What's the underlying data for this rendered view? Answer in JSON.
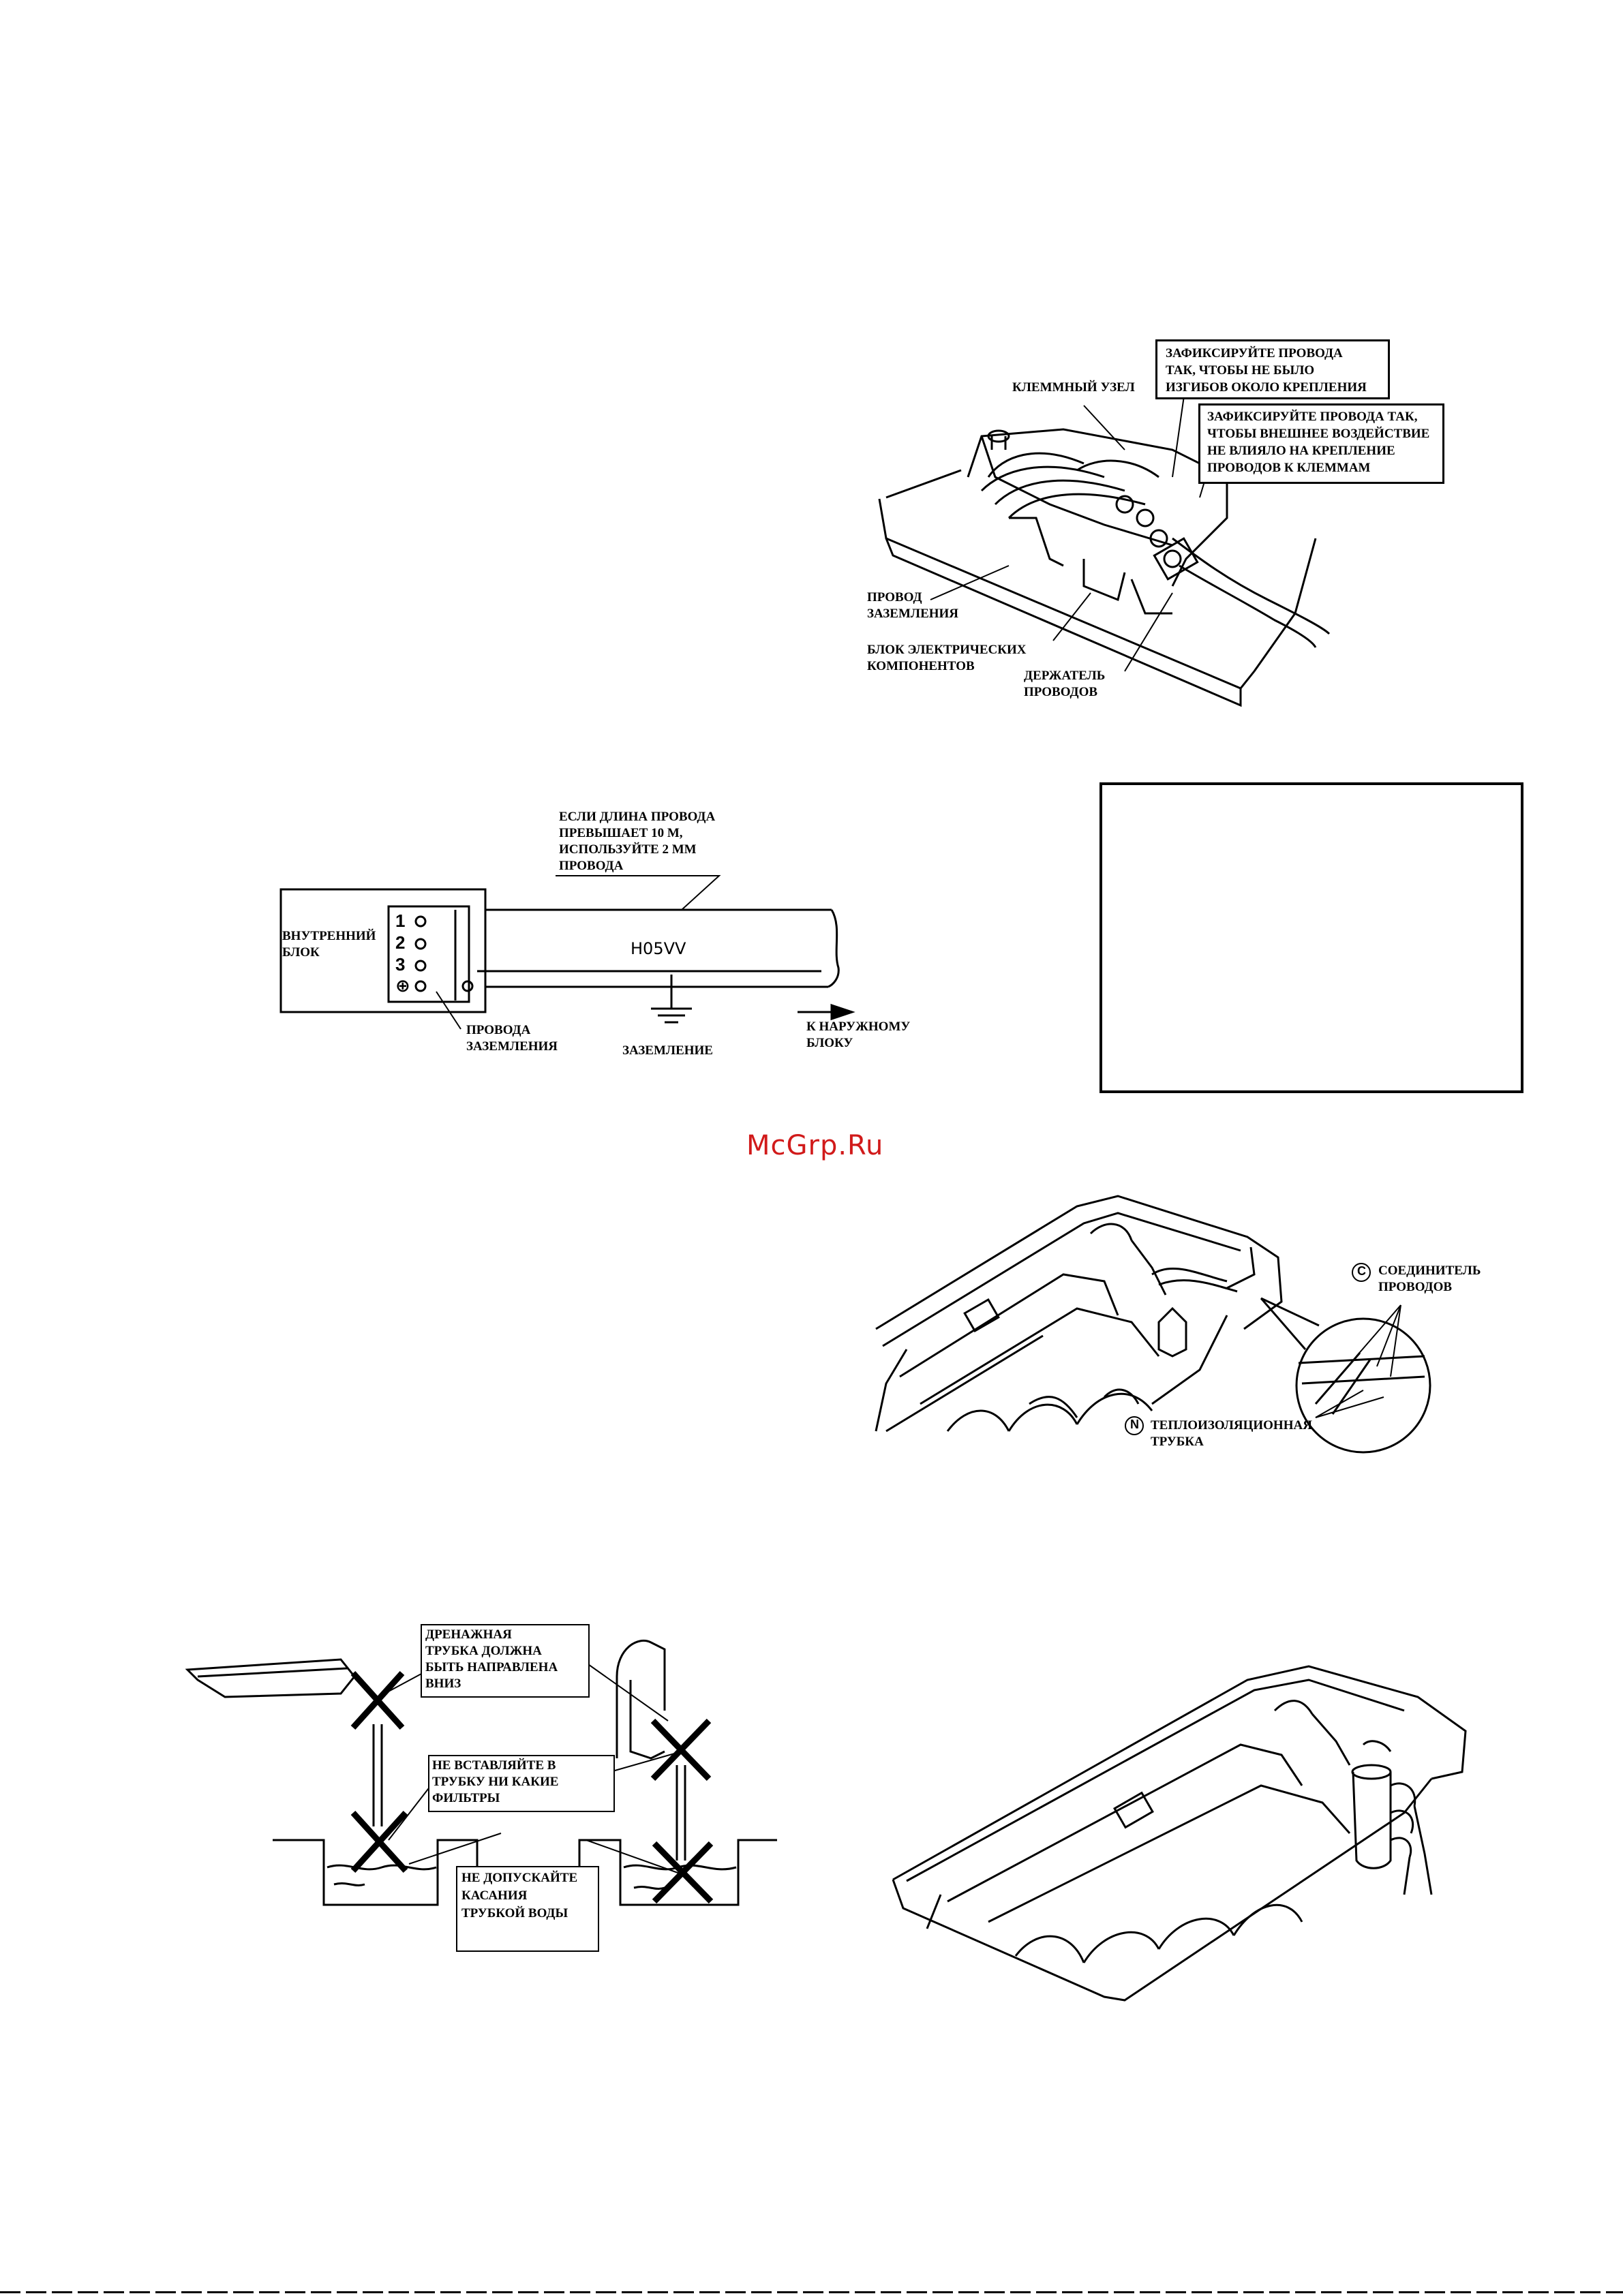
{
  "watermark": "McGrp.Ru",
  "fig_terminal": {
    "label_terminal_block": "КЛЕММНЫЙ УЗЕЛ",
    "note_fix_bends": "ЗАФИКСИРУЙТЕ ПРОВОДА\nТАК, ЧТОБЫ НЕ БЫЛО\nИЗГИБОВ ОКОЛО КРЕПЛЕНИЯ",
    "note_fix_external": "ЗАФИКСИРУЙТЕ ПРОВОДА ТАК,\nЧТОБЫ ВНЕШНЕЕ ВОЗДЕЙСТВИЕ\nНЕ ВЛИЯЛО НА КРЕПЛЕНИЕ\nПРОВОДОВ К КЛЕММАМ",
    "label_ground_wire": "ПРОВОД\nЗАЗЕМЛЕНИЯ",
    "label_electrical_block": "БЛОК ЭЛЕКТРИЧЕСКИХ\nКОМПОНЕНТОВ",
    "label_wire_holder": "ДЕРЖАТЕЛЬ\nПРОВОДОВ"
  },
  "fig_wiring": {
    "note_length": "ЕСЛИ ДЛИНА ПРОВОДА\nПРЕВЫШАЕТ 10 М,\nИСПОЛЬЗУЙТЕ 2 ММ\nПРОВОДА",
    "label_indoor_unit": "ВНУТРЕННИЙ\nБЛОК",
    "terminals": [
      "1",
      "2",
      "3",
      "⊕"
    ],
    "cable_type": "H05VV",
    "label_ground_wires": "ПРОВОДА\nЗАЗЕМЛЕНИЯ",
    "label_grounding": "ЗАЗЕМЛЕНИЕ",
    "label_to_outdoor": "К НАРУЖНОМУ\nБЛОКУ"
  },
  "fig_connector": {
    "marker_c": "C",
    "label_connector": "СОЕДИНИТЕЛЬ\nПРОВОДОВ",
    "marker_n": "N",
    "label_insulation": "ТЕПЛОИЗОЛЯЦИОННАЯ\nТРУБКА"
  },
  "fig_drain": {
    "note_downward": "ДРЕНАЖНАЯ\nТРУБКА ДОЛЖНА\nБЫТЬ НАПРАВЛЕНА\nВНИЗ",
    "note_no_filters": "НЕ ВСТАВЛЯЙТЕ В\nТРУБКУ НИ КАКИЕ\nФИЛЬТРЫ",
    "note_no_water": "НЕ ДОПУСКАЙТЕ\nКАСАНИЯ\nТРУБКОЙ ВОДЫ"
  }
}
